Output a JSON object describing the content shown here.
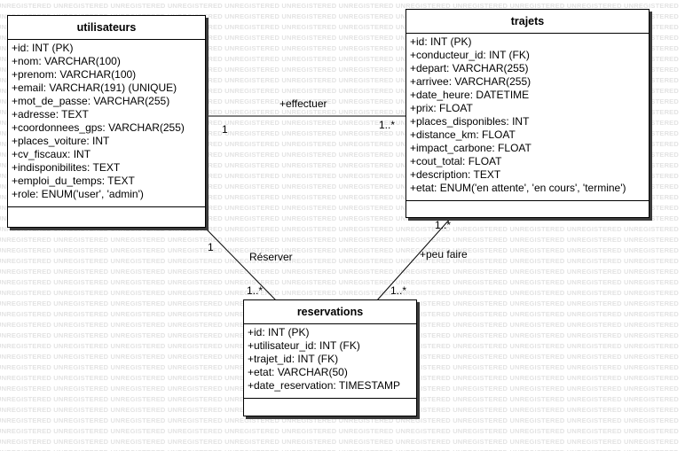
{
  "watermark_text": "UNREGISTERED",
  "classes": [
    {
      "id": "utilisateurs",
      "name": "utilisateurs",
      "attributes": [
        "+id: INT (PK)",
        "+nom: VARCHAR(100)",
        "+prenom: VARCHAR(100)",
        "+email: VARCHAR(191) (UNIQUE)",
        "+mot_de_passe: VARCHAR(255)",
        "+adresse: TEXT",
        "+coordonnees_gps: VARCHAR(255)",
        "+places_voiture: INT",
        "+cv_fiscaux: INT",
        "+indisponibilites: TEXT",
        "+emploi_du_temps: TEXT",
        "+role: ENUM('user', 'admin')"
      ]
    },
    {
      "id": "trajets",
      "name": "trajets",
      "attributes": [
        "+id: INT (PK)",
        "+conducteur_id: INT (FK)",
        "+depart: VARCHAR(255)",
        "+arrivee: VARCHAR(255)",
        "+date_heure: DATETIME",
        "+prix: FLOAT",
        "+places_disponibles: INT",
        "+distance_km: FLOAT",
        "+impact_carbone: FLOAT",
        "+cout_total: FLOAT",
        "+description: TEXT",
        "+etat: ENUM('en attente', 'en cours', 'termine')"
      ]
    },
    {
      "id": "reservations",
      "name": "reservations",
      "attributes": [
        "+id: INT (PK)",
        "+utilisateur_id: INT (FK)",
        "+trajet_id: INT (FK)",
        "+etat: VARCHAR(50)",
        "+date_reservation: TIMESTAMP"
      ]
    }
  ],
  "associations": [
    {
      "from": "utilisateurs",
      "to": "trajets",
      "label": "+effectuer",
      "from_mult": "1",
      "to_mult": "1..*"
    },
    {
      "from": "utilisateurs",
      "to": "reservations",
      "label": "Réserver",
      "from_mult": "1",
      "to_mult": "1..*"
    },
    {
      "from": "trajets",
      "to": "reservations",
      "label": "+peu faire",
      "from_mult": "1..*",
      "to_mult": "1..*"
    }
  ]
}
